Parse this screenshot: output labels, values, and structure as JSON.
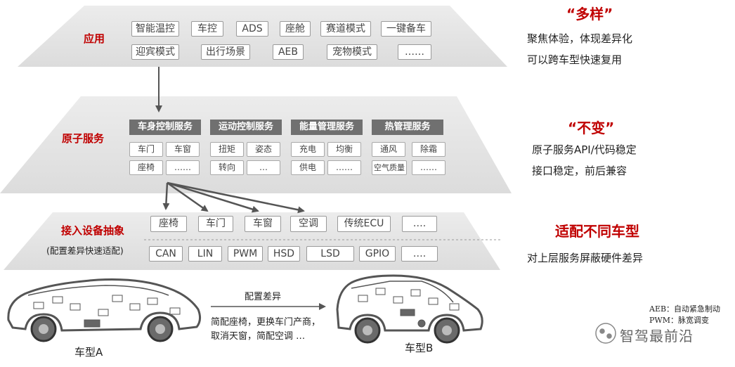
{
  "app_layer": {
    "label": "应用",
    "row1": [
      "智能温控",
      "车控",
      "ADS",
      "座舱",
      "赛道模式",
      "一键备车"
    ],
    "row2": [
      "迎宾模式",
      "出行场景",
      "AEB",
      "宠物模式",
      "……"
    ]
  },
  "atomic_layer": {
    "label": "原子服务",
    "services": [
      {
        "header": "车身控制服务",
        "items": [
          "车门",
          "车窗",
          "座椅",
          "……"
        ]
      },
      {
        "header": "运动控制服务",
        "items": [
          "扭矩",
          "姿态",
          "转向",
          "…"
        ]
      },
      {
        "header": "能量管理服务",
        "items": [
          "充电",
          "均衡",
          "供电",
          "……"
        ]
      },
      {
        "header": "热管理服务",
        "items": [
          "通风",
          "除霜",
          "空气质量",
          "……"
        ]
      }
    ]
  },
  "device_layer": {
    "label": "接入设备抽象",
    "sublabel": "(配置差异快速适配)",
    "row1": [
      "座椅",
      "车门",
      "车窗",
      "空调",
      "传统ECU",
      "…."
    ],
    "row2": [
      "CAN",
      "LIN",
      "PWM",
      "HSD",
      "LSD",
      "GPIO",
      "…."
    ]
  },
  "vehicles": {
    "car_a_label": "车型A",
    "car_b_label": "车型B",
    "arrow_label": "配置差异",
    "diff_line1": "简配座椅，更换车门产商，",
    "diff_line2": "取消天窗，简配空调 …"
  },
  "right_panel": {
    "title1": "“多样”",
    "text1a": "聚焦体验，体现差异化",
    "text1b": "可以跨车型快速复用",
    "title2": "“不变”",
    "text2a": "原子服务API/代码稳定",
    "text2b": "接口稳定，前后兼容",
    "title3": "适配不同车型",
    "text3": "对上层服务屏蔽硬件差异"
  },
  "legend": {
    "aeb": "AEB：自动紧急制动",
    "pwm": "PWM：脉宽调变"
  },
  "watermark": "智驾最前沿",
  "colors": {
    "accent_red": "#c00000",
    "layer_gray": "#e4e4e4",
    "header_gray": "#707070"
  }
}
